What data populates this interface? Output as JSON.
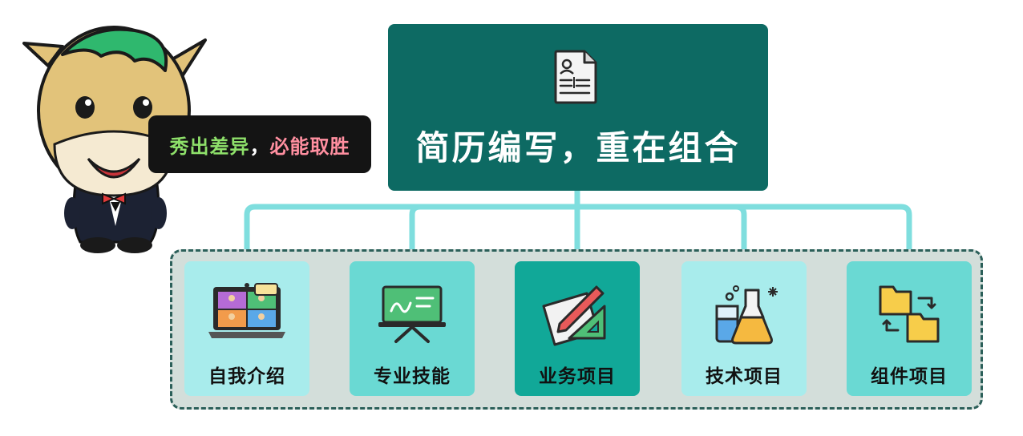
{
  "bubble": {
    "part1": "秀出差异",
    "part2": "，",
    "part3": "必能取胜"
  },
  "header": {
    "title": "简历编写，重在组合"
  },
  "cards": [
    {
      "label": "自我介绍",
      "icon": "video-meeting-icon"
    },
    {
      "label": "专业技能",
      "icon": "presentation-board-icon"
    },
    {
      "label": "业务项目",
      "icon": "drafting-tools-icon"
    },
    {
      "label": "技术项目",
      "icon": "lab-flask-icon"
    },
    {
      "label": "组件项目",
      "icon": "folder-swap-icon"
    }
  ],
  "colors": {
    "header_bg": "#0d6a63",
    "connector": "#7fdede",
    "panel_bg": "#d3deda",
    "panel_border": "#2b5f59",
    "card_light": "#a8ecec",
    "card_mid": "#6ad9d3",
    "card_dark": "#11a898"
  }
}
